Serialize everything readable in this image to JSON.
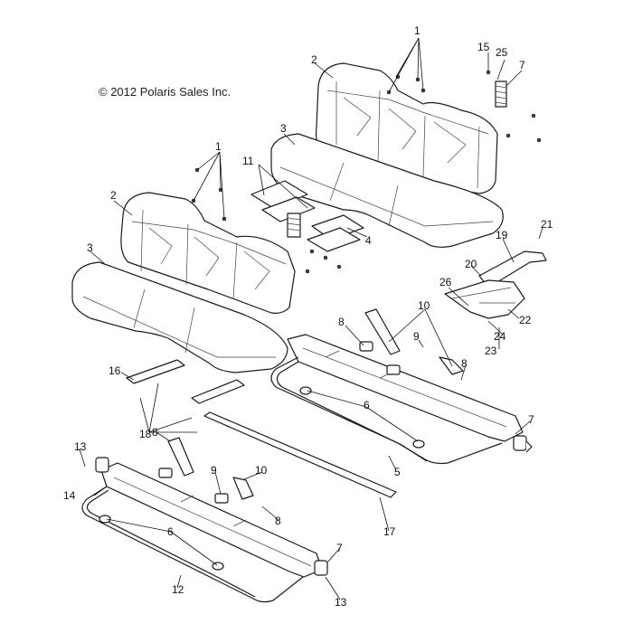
{
  "copyright": "© 2012 Polaris Sales Inc.",
  "callouts": [
    {
      "text": "1"
    },
    {
      "text": "2"
    },
    {
      "text": "15"
    },
    {
      "text": "25"
    },
    {
      "text": "7"
    },
    {
      "text": "3"
    },
    {
      "text": "1"
    },
    {
      "text": "11"
    },
    {
      "text": "2"
    },
    {
      "text": "3"
    },
    {
      "text": "4"
    },
    {
      "text": "21"
    },
    {
      "text": "19"
    },
    {
      "text": "20"
    },
    {
      "text": "26"
    },
    {
      "text": "22"
    },
    {
      "text": "24"
    },
    {
      "text": "23"
    },
    {
      "text": "10"
    },
    {
      "text": "8"
    },
    {
      "text": "9"
    },
    {
      "text": "8"
    },
    {
      "text": "16"
    },
    {
      "text": "6"
    },
    {
      "text": "7"
    },
    {
      "text": "18"
    },
    {
      "text": "5"
    },
    {
      "text": "13"
    },
    {
      "text": "8"
    },
    {
      "text": "10"
    },
    {
      "text": "9"
    },
    {
      "text": "14"
    },
    {
      "text": "8"
    },
    {
      "text": "17"
    },
    {
      "text": "6"
    },
    {
      "text": "7"
    },
    {
      "text": "12"
    },
    {
      "text": "13"
    }
  ]
}
